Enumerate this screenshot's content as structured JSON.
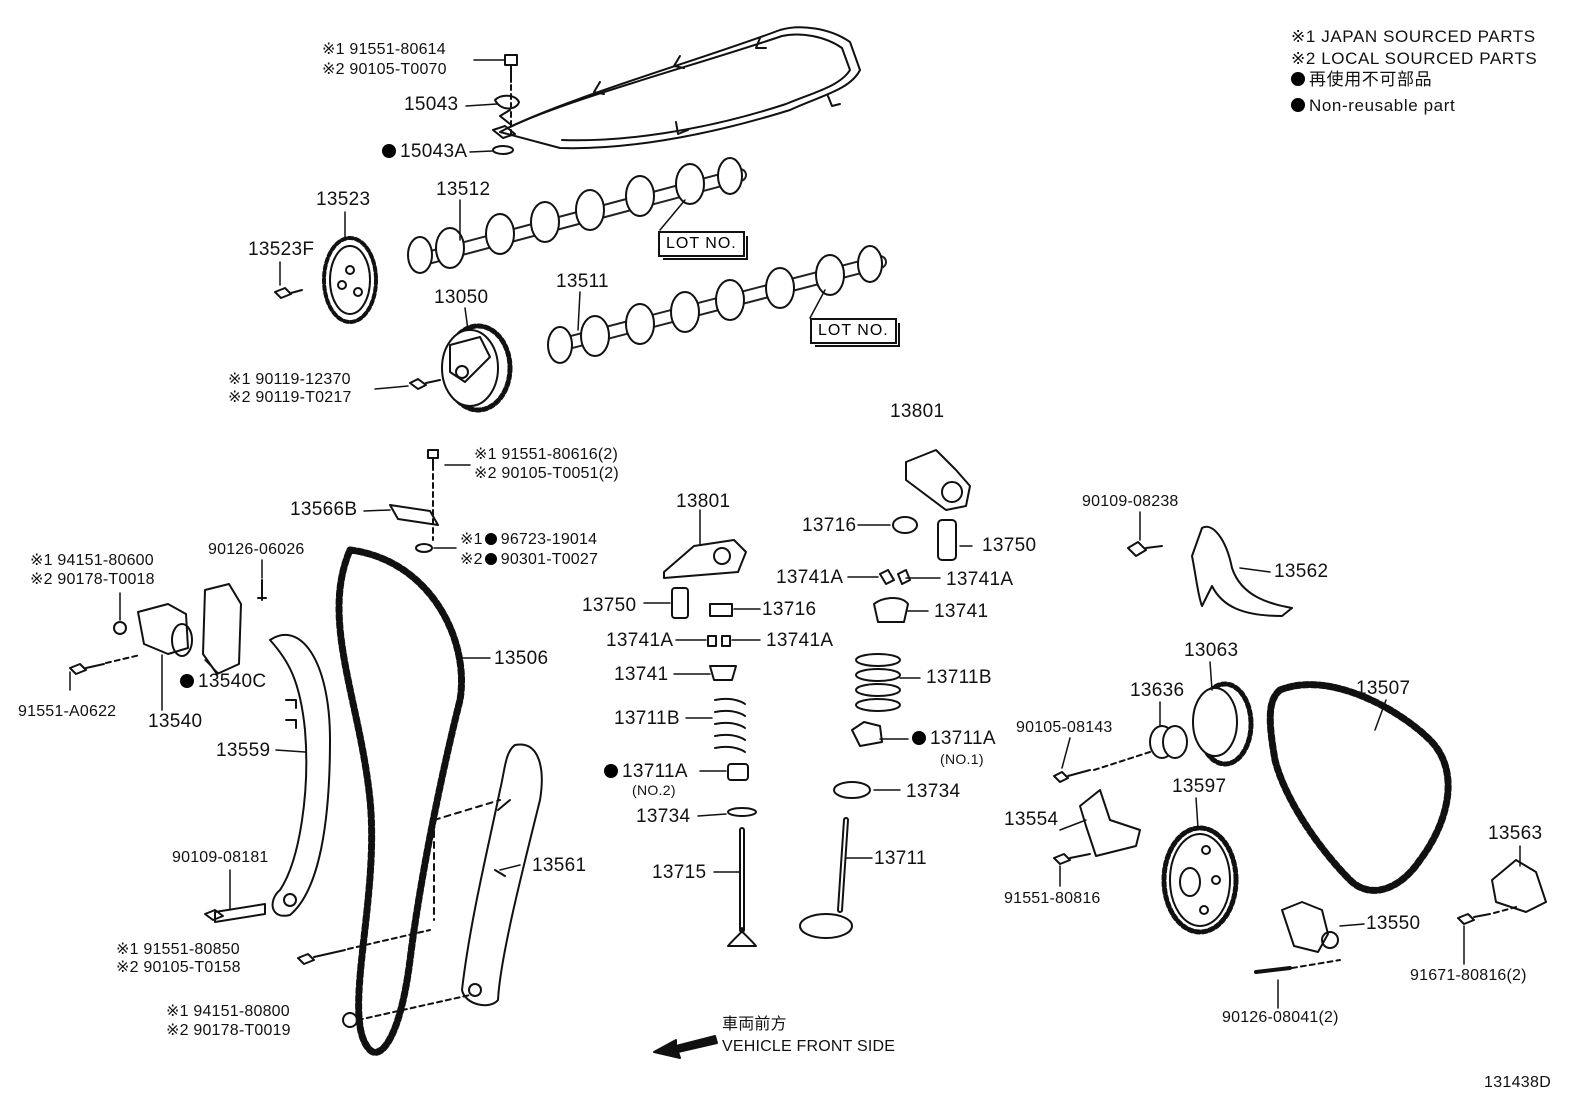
{
  "legend": {
    "line1": "※1 JAPAN SOURCED PARTS",
    "line2": "※2 LOCAL SOURCED PARTS",
    "line3": "再使用不可部品",
    "line4": "Non-reusable part"
  },
  "direction": {
    "jp": "車両前方",
    "en": "VEHICLE FRONT SIDE"
  },
  "figure_number": "131438D",
  "lot_label": "LOT NO.",
  "parts": {
    "p91551_80614": "※1 91551-80614",
    "p90105_T0070": "※2 90105-T0070",
    "p15043": "15043",
    "p15043A": "15043A",
    "p13512": "13512",
    "p13523": "13523",
    "p13523F": "13523F",
    "p13511": "13511",
    "p13050": "13050",
    "p90119_12370": "※1 90119-12370",
    "p90119_T0217": "※2 90119-T0217",
    "p91551_80616": "※1 91551-80616(2)",
    "p90105_T0051": "※2 90105-T0051(2)",
    "p13566B": "13566B",
    "p96723_19014": "96723-19014",
    "p90301_T0027": "90301-T0027",
    "p96723_pre": "※1",
    "p90301_pre": "※2",
    "p90126_06026": "90126-06026",
    "p94151_80600": "※1 94151-80600",
    "p90178_T0018": "※2 90178-T0018",
    "p13540C": "13540C",
    "p91551_A0622": "91551-A0622",
    "p13540": "13540",
    "p13559": "13559",
    "p13506": "13506",
    "p90109_08181": "90109-08181",
    "p91551_80850": "※1 91551-80850",
    "p90105_T0158": "※2 90105-T0158",
    "p94151_80800": "※1 94151-80800",
    "p90178_T0019": "※2 90178-T0019",
    "p13561": "13561",
    "p13801_a": "13801",
    "p13801_b": "13801",
    "p13716_a": "13716",
    "p13716_b": "13716",
    "p13750_a": "13750",
    "p13750_b": "13750",
    "p13741A_1": "13741A",
    "p13741A_2": "13741A",
    "p13741A_3": "13741A",
    "p13741A_4": "13741A",
    "p13741_a": "13741",
    "p13741_b": "13741",
    "p13711B_a": "13711B",
    "p13711B_b": "13711B",
    "p13711A_a": "13711A",
    "p13711A_a_note": "(NO.2)",
    "p13711A_b": "13711A",
    "p13711A_b_note": "(NO.1)",
    "p13734_a": "13734",
    "p13734_b": "13734",
    "p13715": "13715",
    "p13711": "13711",
    "p90109_08238": "90109-08238",
    "p13562": "13562",
    "p13063": "13063",
    "p13636": "13636",
    "p13507": "13507",
    "p90105_08143": "90105-08143",
    "p13597": "13597",
    "p13554": "13554",
    "p91551_80816": "91551-80816",
    "p13563": "13563",
    "p13550": "13550",
    "p91671_80816": "91671-80816(2)",
    "p90126_08041": "90126-08041(2)"
  }
}
